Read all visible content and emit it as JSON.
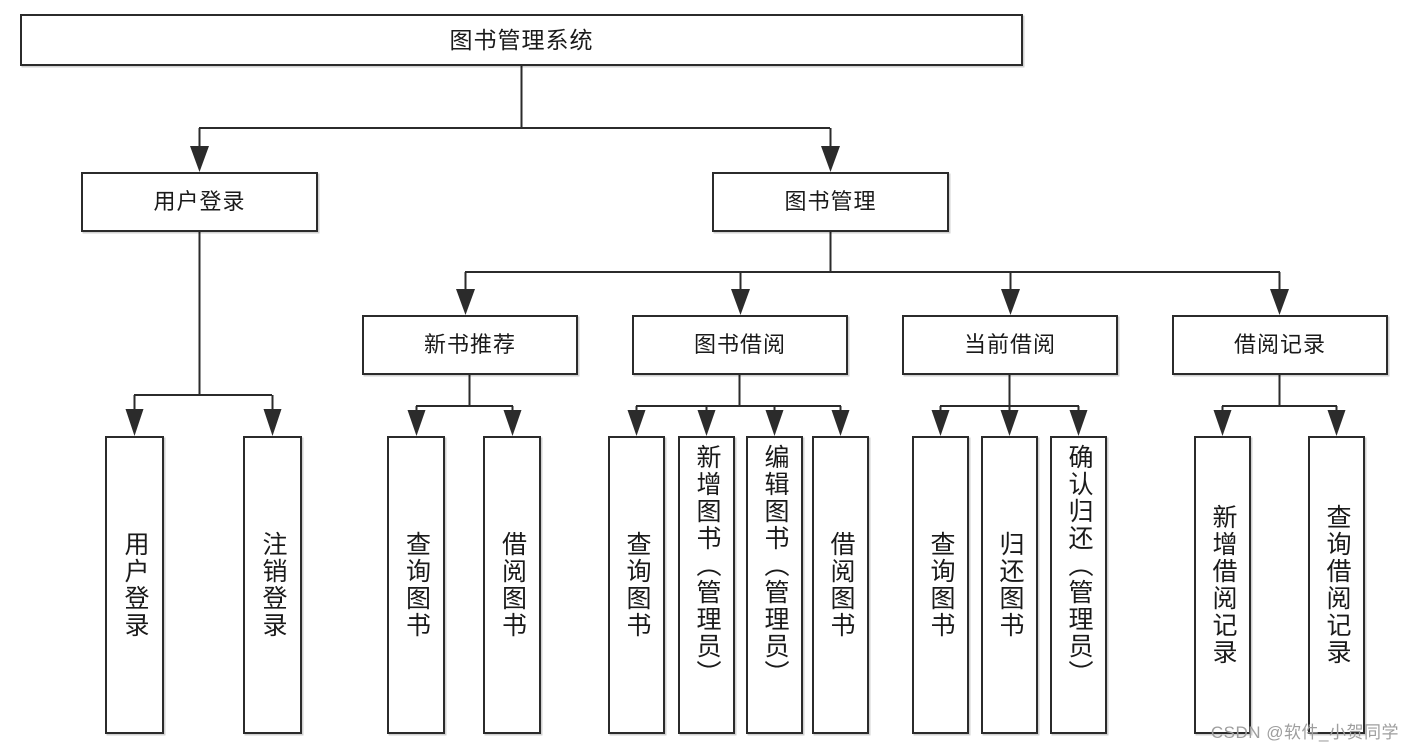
{
  "diagram": {
    "title": "图书管理系统",
    "type": "tree-hierarchy",
    "watermark": "CSDN @软件_小贺同学",
    "colors": {
      "stroke": "#2b2b2b",
      "fill": "#ffffff",
      "text": "#1a1a1a",
      "watermark": "#9e9e9e"
    }
  },
  "nodes": {
    "root": {
      "label": "图书管理系统"
    },
    "level2": [
      {
        "id": "user-login",
        "label": "用户登录"
      },
      {
        "id": "book-manage",
        "label": "图书管理"
      }
    ],
    "level3": [
      {
        "id": "new-book-recommend",
        "label": "新书推荐"
      },
      {
        "id": "book-borrow",
        "label": "图书借阅"
      },
      {
        "id": "current-borrow",
        "label": "当前借阅"
      },
      {
        "id": "borrow-record",
        "label": "借阅记录"
      }
    ],
    "leaves": {
      "user-login": [
        {
          "id": "leaf-user-login",
          "label": "用户登录"
        },
        {
          "id": "leaf-user-logout",
          "label": "注销登录"
        }
      ],
      "new-book-recommend": [
        {
          "id": "leaf-query-book-1",
          "label": "查询图书"
        },
        {
          "id": "leaf-borrow-book-1",
          "label": "借阅图书"
        }
      ],
      "book-borrow": [
        {
          "id": "leaf-query-book-2",
          "label": "查询图书"
        },
        {
          "id": "leaf-add-book",
          "label": "新增图书（管理员）"
        },
        {
          "id": "leaf-edit-book",
          "label": "编辑图书（管理员）"
        },
        {
          "id": "leaf-borrow-book-2",
          "label": "借阅图书"
        }
      ],
      "current-borrow": [
        {
          "id": "leaf-query-book-3",
          "label": "查询图书"
        },
        {
          "id": "leaf-return-book",
          "label": "归还图书"
        },
        {
          "id": "leaf-confirm-return",
          "label": "确认归还（管理员）"
        }
      ],
      "borrow-record": [
        {
          "id": "leaf-add-record",
          "label": "新增借阅记录"
        },
        {
          "id": "leaf-query-record",
          "label": "查询借阅记录"
        }
      ]
    }
  }
}
